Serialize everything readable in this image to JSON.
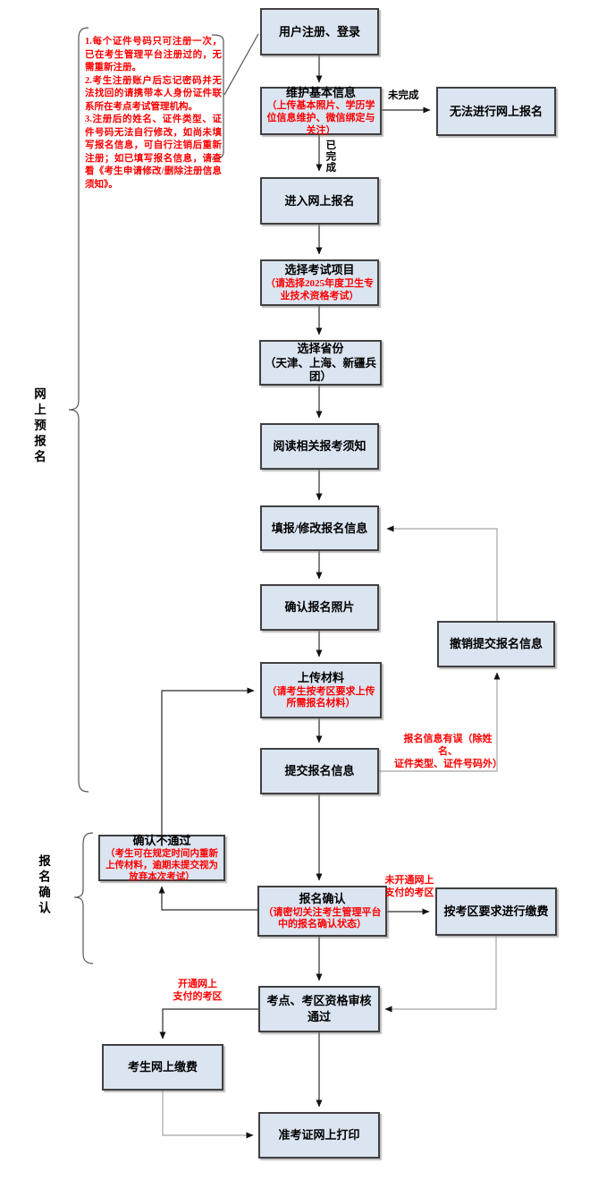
{
  "colors": {
    "box_fill": "#dbe5f1",
    "box_border": "#404040",
    "red_text": "#ff0000",
    "main_line": "#2b2b2b",
    "loop_line": "#b3b3b3"
  },
  "side_groups": {
    "pre_registration": "网上预报名",
    "registration_confirm": "报名确认"
  },
  "annotation": {
    "items": [
      "1.每个证件号码只可注册一次，已在考生管理平台注册过的，无需重新注册。",
      "2.考生注册账户后忘记密码并无法找回的请携带本人身份证件联系所在考点考试管理机构。",
      "3.注册后的姓名、证件类型、证件号码无法自行修改，如尚未填写报名信息，可自行注销后重新注册；如已填写报名信息，请查看《考生申请修改/删除注册信息须知》。"
    ]
  },
  "edge_labels": {
    "not_done": "未完成",
    "done": "已完成",
    "info_error": "报名信息有误（除姓名、\n证件类型、证件号码外）",
    "no_online_pay_region": "未开通网上\n支付的考区",
    "online_pay_region": "开通网上\n支付的考区"
  },
  "flow": {
    "boxes": [
      {
        "id": "user-register",
        "title": "用户注册、登录"
      },
      {
        "id": "maintain-info",
        "title": "维护基本信息",
        "subtitle": "（上传基本照片、学历学位信息维护、微信绑定与关注）"
      },
      {
        "id": "cannot-online",
        "title": "无法进行网上报名"
      },
      {
        "id": "enter-online",
        "title": "进入网上报名"
      },
      {
        "id": "select-exam",
        "title": "选择考试项目",
        "subtitle": "（请选择2025年度卫生专业技术资格考试）"
      },
      {
        "id": "select-province",
        "title": "选择省份",
        "subtitle": "（天津、上海、新疆兵团）"
      },
      {
        "id": "read-notice",
        "title": "阅读相关报考须知"
      },
      {
        "id": "fill-modify",
        "title": "填报/修改报名信息"
      },
      {
        "id": "confirm-photo",
        "title": "确认报名照片"
      },
      {
        "id": "upload-materials",
        "title": "上传材料",
        "subtitle": "（请考生按考区要求上传所需报名材料）"
      },
      {
        "id": "submit-info",
        "title": "提交报名信息"
      },
      {
        "id": "revoke-submit",
        "title": "撤销提交报名信息"
      },
      {
        "id": "confirm-fail",
        "title": "确认不通过",
        "subtitle": "（考生可在规定时间内重新上传材料，逾期未提交视为放弃本次考试）"
      },
      {
        "id": "reg-confirm",
        "title": "报名确认",
        "subtitle": "（请密切关注考生管理平台中的报名确认状态）"
      },
      {
        "id": "pay-per-region",
        "title": "按考区要求进行缴费"
      },
      {
        "id": "site-review",
        "title": "考点、考区资格审核通过"
      },
      {
        "id": "online-pay",
        "title": "考生网上缴费"
      },
      {
        "id": "print-ticket",
        "title": "准考证网上打印"
      }
    ]
  }
}
